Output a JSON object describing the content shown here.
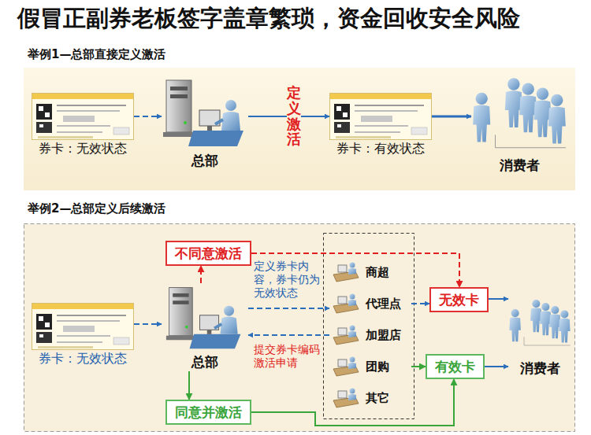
{
  "diagram": {
    "title": "假冒正副券老板签字盖章繁琐，资金回收安全风险",
    "nodes": [
      {
        "text": [
          "券卡：无效状态"
        ]
      },
      {
        "text": [
          "总部"
        ]
      },
      {
        "text": [
          "券卡：有效状态"
        ]
      },
      {
        "text": [
          "消费者"
        ]
      },
      {
        "text": [
          "券卡：无效状态"
        ]
      },
      {
        "text": [
          "不同意激活"
        ]
      },
      {
        "text": [
          "总部"
        ]
      },
      {
        "text": [
          "商超"
        ]
      },
      {
        "text": [
          "代理点"
        ]
      },
      {
        "text": [
          "加盟店"
        ]
      },
      {
        "text": [
          "团购"
        ]
      },
      {
        "text": [
          "其它"
        ]
      },
      {
        "text": [
          "无效卡"
        ]
      },
      {
        "text": [
          "有效卡"
        ]
      },
      {
        "text": [
          "消费者"
        ]
      },
      {
        "text": [
          "同意并激活"
        ]
      }
    ],
    "edges": [
      {
        "from": 0,
        "to": 1,
        "arrow": "to"
      },
      {
        "from": 1,
        "to": 2,
        "label": "定义激活",
        "arrow": "to"
      },
      {
        "from": 2,
        "to": 3,
        "arrow": "to"
      },
      {
        "from": 4,
        "to": 6,
        "arrow": "to"
      },
      {
        "from": 6,
        "to": 5,
        "arrow": "to"
      },
      {
        "from": 5,
        "to": 12,
        "arrow": "to"
      },
      {
        "from": 6,
        "to": 8,
        "label": "定义券卡内容，券卡仍为无效状态",
        "arrow": "to"
      },
      {
        "from": 9,
        "to": 6,
        "label": "提交券卡编码激活申请",
        "arrow": "to"
      },
      {
        "from": 8,
        "to": 12,
        "arrow": "to"
      },
      {
        "from": 10,
        "to": 13,
        "arrow": "to"
      },
      {
        "from": 6,
        "to": 15,
        "arrow": "to"
      },
      {
        "from": 15,
        "to": 13,
        "arrow": "to"
      },
      {
        "from": 12,
        "to": 14,
        "arrow": "to"
      },
      {
        "from": 13,
        "to": 14,
        "arrow": "to"
      }
    ],
    "labels": [
      "举例1—总部直接定义激活",
      "举例2—总部定义后续激活"
    ]
  }
}
